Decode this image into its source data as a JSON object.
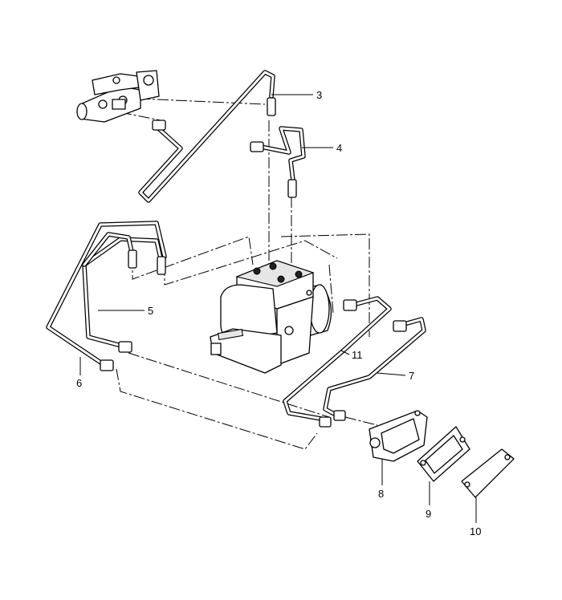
{
  "callouts": [
    {
      "id": "3",
      "label": "3"
    },
    {
      "id": "4",
      "label": "4"
    },
    {
      "id": "5",
      "label": "5"
    },
    {
      "id": "6",
      "label": "6"
    },
    {
      "id": "7",
      "label": "7"
    },
    {
      "id": "8",
      "label": "8"
    },
    {
      "id": "9",
      "label": "9"
    },
    {
      "id": "10",
      "label": "10"
    },
    {
      "id": "11",
      "label": "11"
    }
  ]
}
